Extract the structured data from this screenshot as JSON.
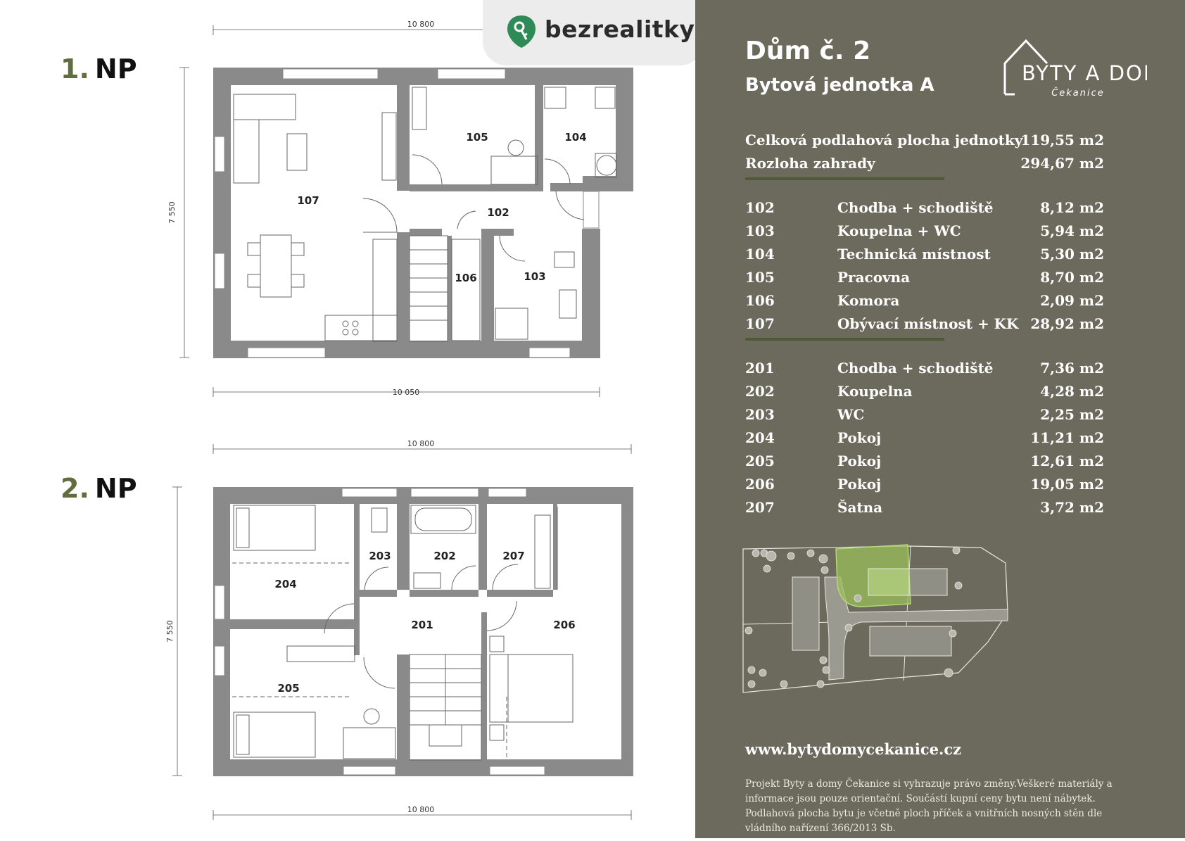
{
  "header": {
    "brand": "bezrealitky",
    "brand_color": "#2e8b57"
  },
  "floors": [
    {
      "label_num": "1.",
      "label_np": "NP",
      "dim_top": "10 800",
      "dim_bottom": "10 050",
      "dim_side": "7 550",
      "rooms": [
        "107",
        "105",
        "104",
        "102",
        "106",
        "103"
      ]
    },
    {
      "label_num": "2.",
      "label_np": "NP",
      "dim_top": "10 800",
      "dim_bottom": "10 800",
      "dim_side": "7 550",
      "rooms": [
        "204",
        "203",
        "202",
        "207",
        "201",
        "206",
        "205"
      ]
    }
  ],
  "panel": {
    "house_title": "Dům č. 2",
    "unit_title": "Bytová jednotka A",
    "logo": {
      "line1": "BYTY A DOMY",
      "line2": "Čekanice"
    },
    "totals": [
      {
        "label": "Celková podlahová plocha jednotky",
        "value": "119,55 m2"
      },
      {
        "label": "Rozloha zahrady",
        "value": "294,67 m2"
      }
    ],
    "ground_floor_rooms": [
      {
        "code": "102",
        "name": "Chodba + schodiště",
        "area": "8,12 m2"
      },
      {
        "code": "103",
        "name": "Koupelna + WC",
        "area": "5,94 m2"
      },
      {
        "code": "104",
        "name": "Technická místnost",
        "area": "5,30 m2"
      },
      {
        "code": "105",
        "name": "Pracovna",
        "area": "8,70 m2"
      },
      {
        "code": "106",
        "name": "Komora",
        "area": "2,09 m2"
      },
      {
        "code": "107",
        "name": "Obývací místnost + KK",
        "area": "28,92 m2"
      }
    ],
    "first_floor_rooms": [
      {
        "code": "201",
        "name": "Chodba + schodiště",
        "area": "7,36 m2"
      },
      {
        "code": "202",
        "name": "Koupelna",
        "area": "4,28 m2"
      },
      {
        "code": "203",
        "name": "WC",
        "area": "2,25 m2"
      },
      {
        "code": "204",
        "name": "Pokoj",
        "area": "11,21 m2"
      },
      {
        "code": "205",
        "name": "Pokoj",
        "area": "12,61 m2"
      },
      {
        "code": "206",
        "name": "Pokoj",
        "area": "19,05 m2"
      },
      {
        "code": "207",
        "name": "Šatna",
        "area": "3,72 m2"
      }
    ],
    "website": "www.bytydomycekanice.cz",
    "disclaimer": "Projekt Byty a domy Čekanice si vyhrazuje právo změny.Veškeré materiály a informace jsou pouze orientační. Součástí kupní ceny bytu není nábytek. Podlahová plocha bytu je včetně ploch příček a vnitřních nosných stěn dle vládního nařízení 366/2013 Sb.",
    "colors": {
      "background": "#6b6a5c",
      "accent": "#4e5a36",
      "highlight": "#9bbf5a"
    }
  }
}
